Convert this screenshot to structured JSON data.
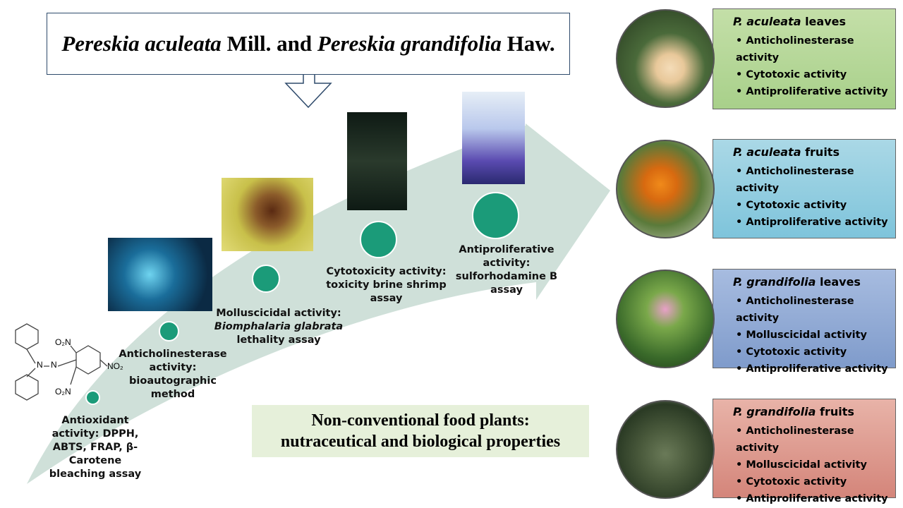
{
  "title": {
    "species1": "Pereskia aculeata",
    "mid1": " Mill. and ",
    "species2": "Pereskia grandifolia",
    "mid2": " Haw."
  },
  "chemical": {
    "o2n_top": "O₂N",
    "no2_right": "NO₂",
    "o2n_bottom": "O₂N",
    "n1": "N",
    "n2": "N"
  },
  "steps": [
    {
      "lines": [
        "Antioxidant",
        "activity: DPPH,",
        "ABTS, FRAP, β-",
        "Carotene",
        "bleaching assay"
      ]
    },
    {
      "lines": [
        "Anticholinesterase",
        "activity:",
        "bioautographic",
        "method"
      ]
    },
    {
      "lines": [
        "Molluscicidal activity:",
        "Biomphalaria glabrata",
        "lethality assay"
      ]
    },
    {
      "lines": [
        "Cytotoxicity activity:",
        "toxicity brine shrimp",
        "assay"
      ]
    },
    {
      "lines": [
        "Antiproliferative",
        "activity:",
        "sulforhodamine B",
        "assay"
      ]
    }
  ],
  "bottom_box": {
    "line1": "Non-conventional food plants:",
    "line2": "nutraceutical and biological properties"
  },
  "panels": [
    {
      "species": "P. aculeata",
      "part": " leaves",
      "color_top": "#c4dfa8",
      "color_bottom": "#a8d08a",
      "items": [
        "Anticholinesterase activity",
        "Cytotoxic activity",
        "Antiproliferative activity"
      ]
    },
    {
      "species": "P. aculeata",
      "part": " fruits",
      "color_top": "#aad8e6",
      "color_bottom": "#7ec4db",
      "items": [
        "Anticholinesterase activity",
        "Cytotoxic activity",
        "Antiproliferative activity"
      ]
    },
    {
      "species": "P. grandifolia",
      "part": " leaves",
      "color_top": "#a7bce0",
      "color_bottom": "#7f9bcb",
      "items": [
        "Anticholinesterase activity",
        "Molluscicidal activity",
        "Cytotoxic activity",
        "Antiproliferative activity"
      ]
    },
    {
      "species": "P. grandifolia",
      "part": " fruits",
      "color_top": "#e8b3a8",
      "color_bottom": "#d4857a",
      "items": [
        "Anticholinesterase activity",
        "Molluscicidal activity",
        "Cytotoxic activity",
        "Antiproliferative activity"
      ]
    }
  ]
}
